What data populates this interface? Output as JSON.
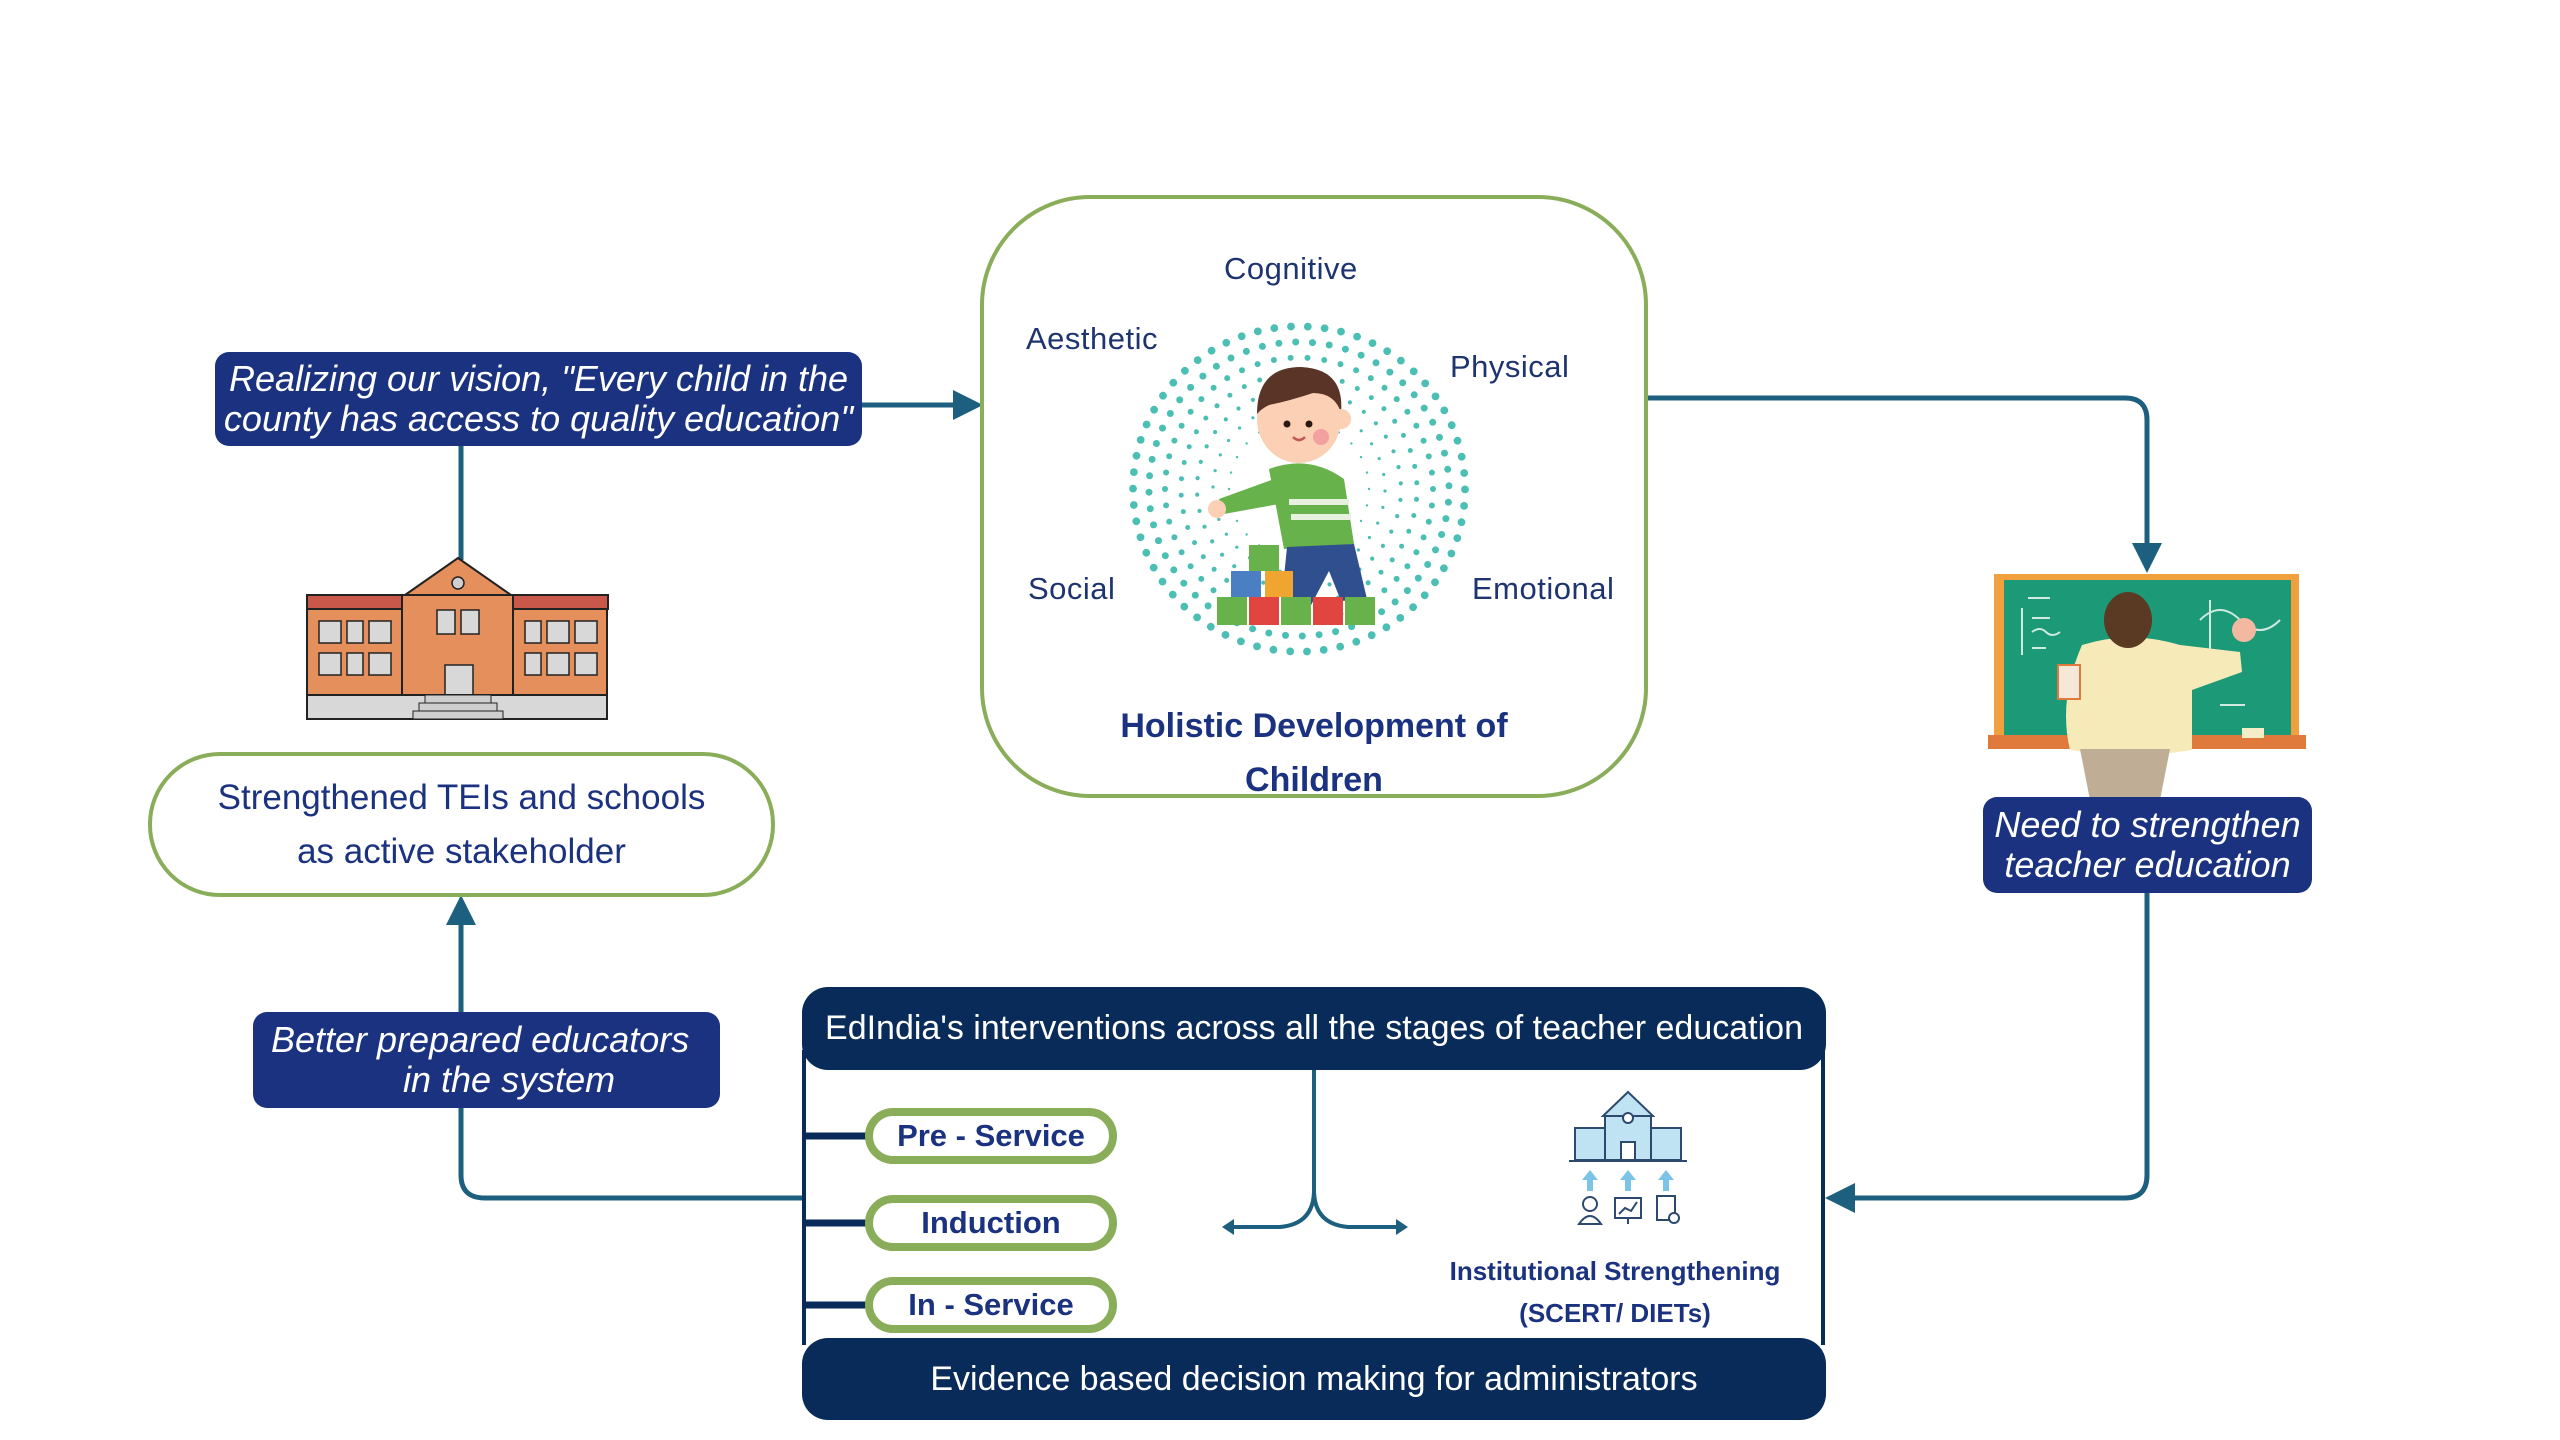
{
  "vision_label": {
    "line1": "Realizing our vision, \"Every child in the",
    "line2": "county has access to quality education\""
  },
  "holistic": {
    "dimensions": {
      "cognitive": "Cognitive",
      "aesthetic": "Aesthetic",
      "physical": "Physical",
      "social": "Social",
      "emotional": "Emotional"
    },
    "title_line1": "Holistic Development of",
    "title_line2": "Children",
    "illustration": "child-building-blocks"
  },
  "school": {
    "illustration": "school-building",
    "caption_line1": "Strengthened TEIs and schools",
    "caption_line2": "as active stakeholder"
  },
  "teacher": {
    "illustration": "teacher-at-chalkboard",
    "label_line1": "Need to strengthen",
    "label_line2": "teacher education"
  },
  "educators_label": {
    "line1": "Better prepared educators",
    "line2": "in the system"
  },
  "interventions": {
    "header": "EdIndia's interventions across all the stages of teacher education",
    "stages": [
      "Pre - Service",
      "Induction",
      "In - Service"
    ],
    "institutional": {
      "title": "Institutional Strengthening",
      "subtitle": "(SCERT/ DIETs)",
      "icons": [
        "institution-building-icon",
        "arrow-up-icon",
        "trainer-icon",
        "analytics-monitor-icon",
        "checked-document-icon"
      ]
    },
    "footer": "Evidence based decision making for administrators"
  },
  "colors": {
    "navy_label": "#1a327f",
    "dark_bar": "#092b59",
    "connector": "#1c5f7e",
    "green_border": "#8aad5a",
    "text_navy": "#1d3470",
    "dot_teal": "#4bbfb3"
  }
}
